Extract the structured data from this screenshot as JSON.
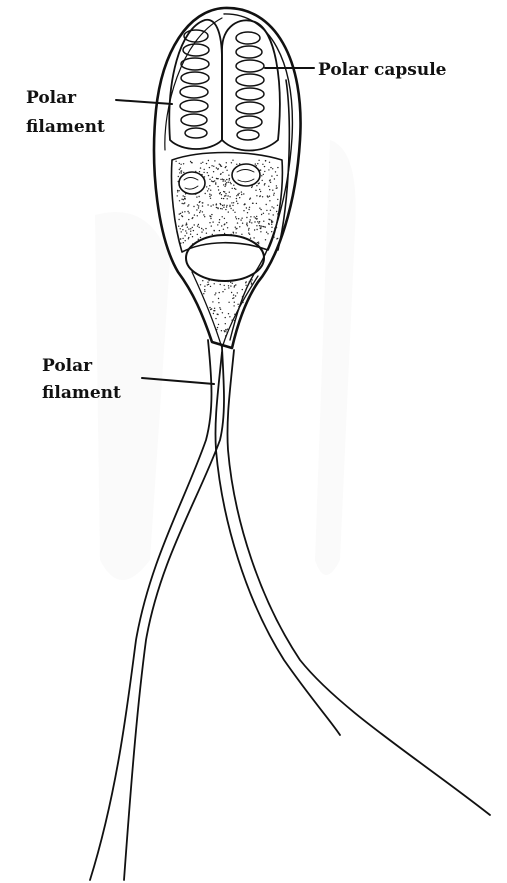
{
  "labels": {
    "polar_capsule": "Polar capsule",
    "polar_filament_top_line1": "Polar",
    "polar_filament_top_line2": "filament",
    "polar_filament_bottom_line1": "Polar",
    "polar_filament_bottom_line2": "filament"
  },
  "colors": {
    "ink": "#111111",
    "background": "#ffffff"
  }
}
